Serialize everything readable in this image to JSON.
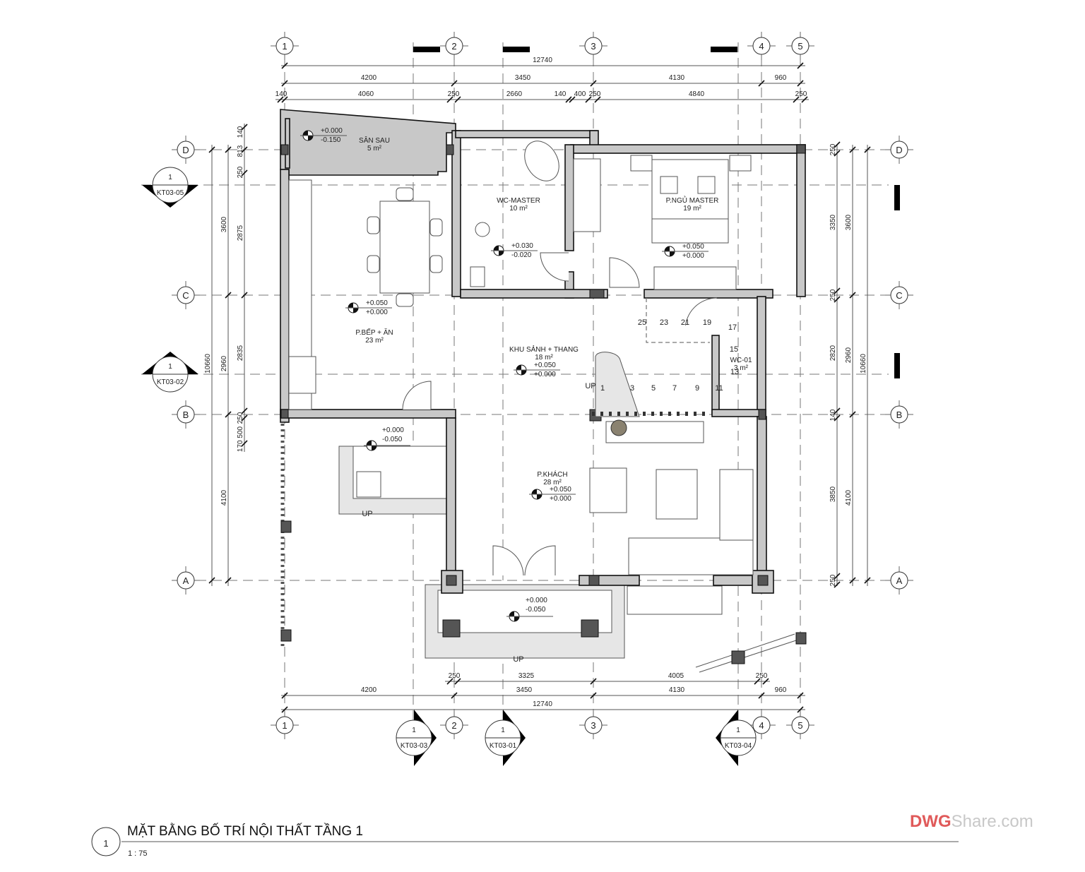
{
  "grid_axes": {
    "columns": [
      "1",
      "2",
      "3",
      "4",
      "5"
    ],
    "rows": [
      "D",
      "C",
      "B",
      "A"
    ]
  },
  "dimensions": {
    "top_overall": [
      "12740"
    ],
    "top_axes": [
      "4200",
      "3450",
      "4130",
      "960"
    ],
    "top_detail": [
      "140",
      "4060",
      "250",
      "2660",
      "140",
      "400",
      "250",
      "4840",
      "250"
    ],
    "bottom_detail": [
      "250",
      "3325",
      "4005",
      "250"
    ],
    "bottom_axes": [
      "4200",
      "3450",
      "4130",
      "960"
    ],
    "bottom_overall": [
      "12740"
    ],
    "left_overall": [
      "10660"
    ],
    "left_axes": [
      "3600",
      "2960",
      "4100"
    ],
    "left_detail": [
      "140",
      "813",
      "250",
      "2875",
      "2835",
      "250",
      "170 500"
    ],
    "right_detail": [
      "250",
      "3350",
      "250",
      "2820",
      "140",
      "3850",
      "250"
    ],
    "right_axes": [
      "3600",
      "2960",
      "4100"
    ],
    "right_overall": [
      "10660"
    ]
  },
  "rooms": [
    {
      "name": "SÂN SAU",
      "area": "5 m²",
      "elev_top": "+0.000",
      "elev_bottom": "-0.150"
    },
    {
      "name": "P.BẾP + ĂN",
      "area": "23 m²",
      "elev_top": "+0.050",
      "elev_bottom": "+0.000"
    },
    {
      "name": "WC-MASTER",
      "area": "10 m²",
      "elev_top": "+0.030",
      "elev_bottom": "-0.020"
    },
    {
      "name": "P.NGỦ MASTER",
      "area": "19 m²",
      "elev_top": "+0.050",
      "elev_bottom": "+0.000"
    },
    {
      "name": "KHU SẢNH + THANG",
      "area": "18 m²",
      "elev_top": "+0.050",
      "elev_bottom": "+0.000"
    },
    {
      "name": "WC-01",
      "area": "3 m²"
    },
    {
      "name": "P.KHÁCH",
      "area": "28 m²",
      "elev_top": "+0.050",
      "elev_bottom": "+0.000"
    }
  ],
  "porch_levels": [
    {
      "elev_top": "+0.000",
      "elev_bottom": "-0.050"
    },
    {
      "elev_top": "+0.000",
      "elev_bottom": "-0.050"
    }
  ],
  "stair_numbers": [
    "25",
    "23",
    "21",
    "19",
    "17",
    "15",
    "13",
    "1",
    "3",
    "5",
    "7",
    "9",
    "11"
  ],
  "up_labels": [
    "UP",
    "UP",
    "UP"
  ],
  "section_markers": [
    {
      "number": "1",
      "sheet": "KT03-05"
    },
    {
      "number": "1",
      "sheet": "KT03-02"
    },
    {
      "number": "1",
      "sheet": "KT03-03"
    },
    {
      "number": "1",
      "sheet": "KT03-01"
    },
    {
      "number": "1",
      "sheet": "KT03-04"
    }
  ],
  "title_block": {
    "number": "1",
    "title": "MẶT BẰNG BỐ TRÍ NỘI THẤT TẦNG 1",
    "scale": "1 : 75"
  },
  "watermark": {
    "brand": "DWG",
    "rest": "Share.com",
    "brand_color": "#e05a5a",
    "rest_color": "#c8c8c8"
  }
}
